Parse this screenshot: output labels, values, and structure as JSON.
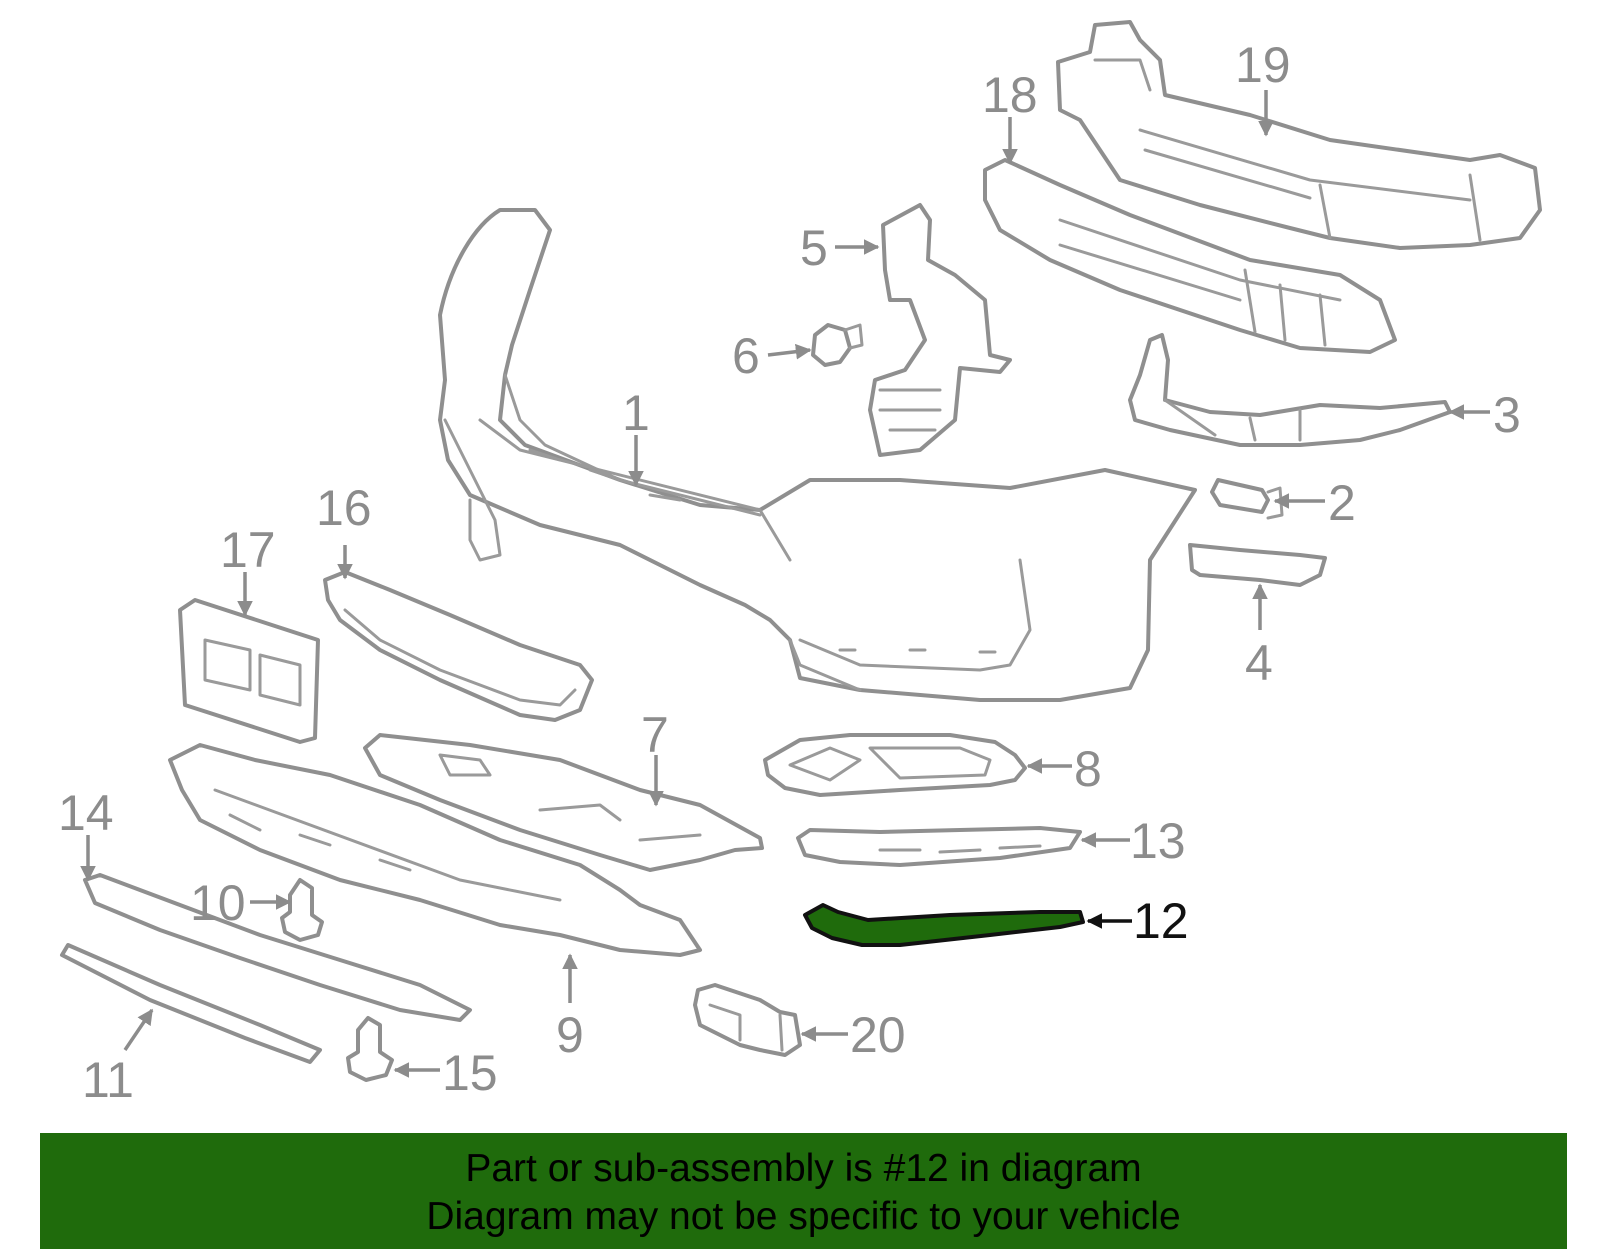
{
  "colors": {
    "highlight": "#1f6b0c",
    "banner": "#1f6b0c",
    "part_outline": "#8f8f8f",
    "text_gray": "#8c8c8c",
    "text_dark": "#111111"
  },
  "callouts": {
    "c1": "1",
    "c2": "2",
    "c3": "3",
    "c4": "4",
    "c5": "5",
    "c6": "6",
    "c7": "7",
    "c8": "8",
    "c9": "9",
    "c10": "10",
    "c11": "11",
    "c12": "12",
    "c13": "13",
    "c14": "14",
    "c15": "15",
    "c16": "16",
    "c17": "17",
    "c18": "18",
    "c19": "19",
    "c20": "20"
  },
  "highlighted_part": "12",
  "banner": {
    "line1": "Part or sub-assembly is #12 in diagram",
    "line2": "Diagram may not be specific to your vehicle"
  }
}
